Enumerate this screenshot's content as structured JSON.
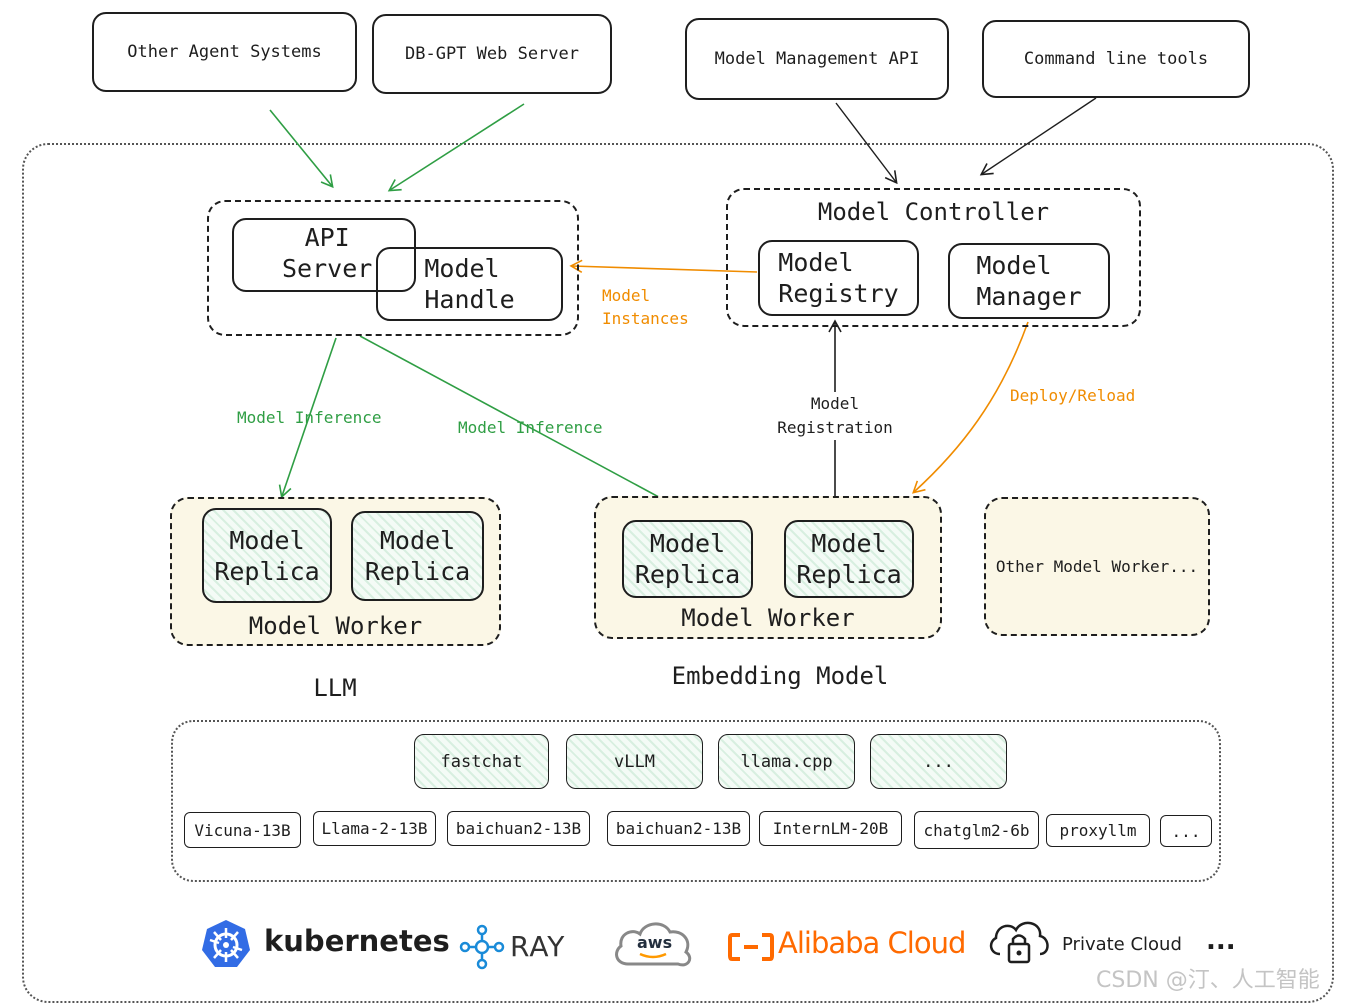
{
  "clients": {
    "other_agents": "Other Agent Systems",
    "web_server": "DB-GPT Web Server",
    "mgmt_api": "Model Management API",
    "cli": "Command line tools"
  },
  "api_server": {
    "api_label": "API\nServer",
    "handle_label": "Model\nHandle"
  },
  "controller": {
    "title": "Model Controller",
    "registry": "Model\nRegistry",
    "manager": "Model\nManager"
  },
  "edge_labels": {
    "instances": "Model\nInstances",
    "inference1": "Model Inference",
    "inference2": "Model Inference",
    "registration": "Model\nRegistration",
    "deploy": "Deploy/Reload"
  },
  "workers": {
    "replica": "Model\nReplica",
    "worker_label": "Model Worker",
    "llm_caption": "LLM",
    "embedding_caption": "Embedding Model",
    "other": "Other Model Worker..."
  },
  "frameworks": [
    "fastchat",
    "vLLM",
    "llama.cpp",
    "..."
  ],
  "models": [
    "Vicuna-13B",
    "Llama-2-13B",
    "baichuan2-13B",
    "baichuan2-13B",
    "InternLM-20B",
    "chatglm2-6b",
    "proxyllm",
    "..."
  ],
  "platforms": {
    "kubernetes": "kubernetes",
    "ray": "RAY",
    "aws": "aws",
    "alibaba": "Alibaba Cloud",
    "private": "Private Cloud",
    "more": "..."
  },
  "watermark": "CSDN @汀、人工智能",
  "colors": {
    "green": "#2f9e44",
    "orange": "#f08c00",
    "k8s_blue": "#326ce5",
    "ray_blue": "#1a8bd8",
    "alibaba_orange": "#ff6a00"
  }
}
